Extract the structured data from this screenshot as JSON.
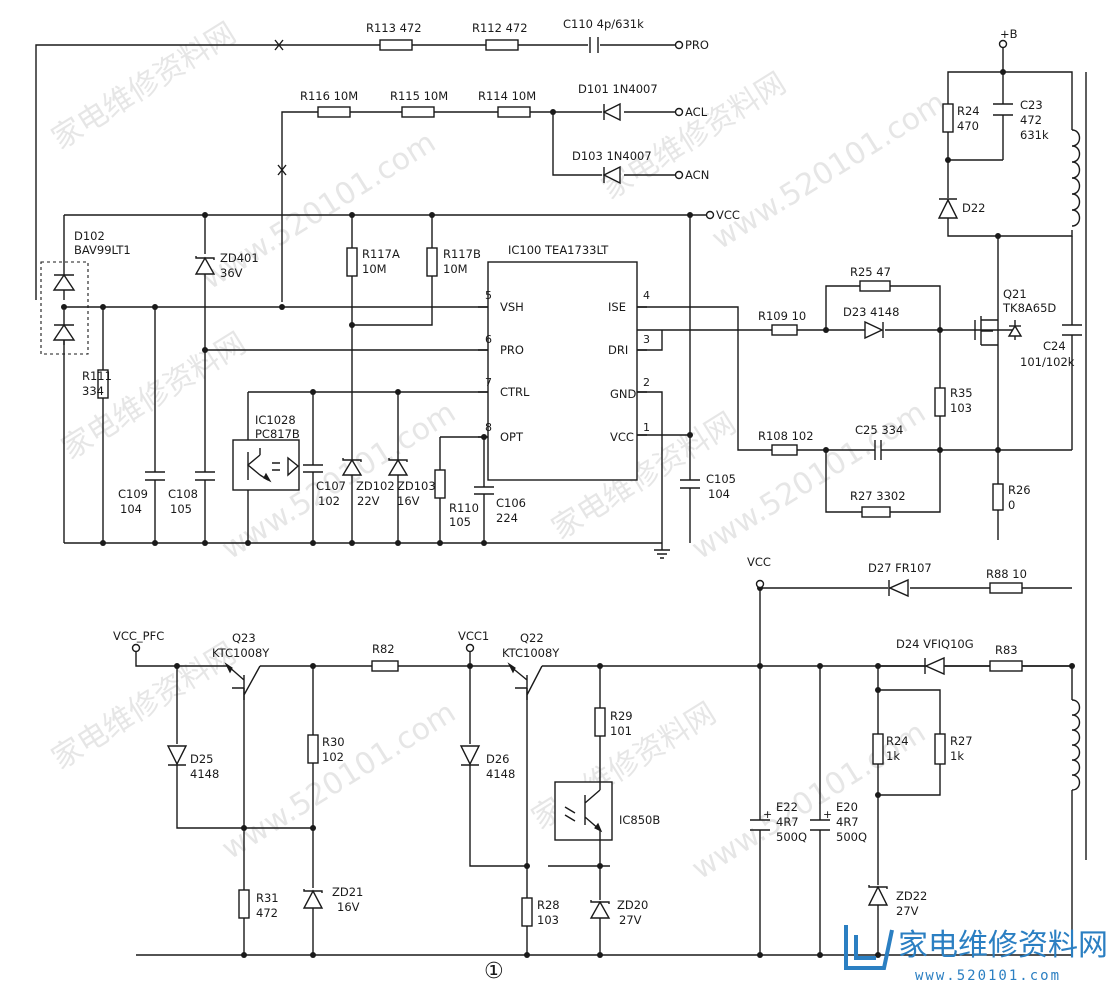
{
  "nets": {
    "pro": "PRO",
    "acl": "ACL",
    "acn": "ACN",
    "vcc_top": "VCC",
    "b_plus": "+B",
    "vcc_pfc": "VCC_PFC",
    "vcc1": "VCC1",
    "vcc_bottom": "VCC"
  },
  "ic": {
    "title": "IC100 TEA1733LT",
    "pins": [
      {
        "num": "5",
        "name": "VSH"
      },
      {
        "num": "6",
        "name": "PRO"
      },
      {
        "num": "7",
        "name": "CTRL"
      },
      {
        "num": "8",
        "name": "OPT"
      },
      {
        "num": "4",
        "name": "ISE"
      },
      {
        "num": "3",
        "name": "DRI"
      },
      {
        "num": "2",
        "name": "GND"
      },
      {
        "num": "1",
        "name": "VCC"
      }
    ]
  },
  "components": {
    "r113": "R113 472",
    "r112": "R112 472",
    "c110": "C110 4p/631k",
    "r116": "R116 10M",
    "r115": "R115 10M",
    "r114": "R114 10M",
    "d101": "D101 1N4007",
    "d103": "D103 1N4007",
    "d102_ref": "D102",
    "d102_val": "BAV99LT1",
    "zd401_ref": "ZD401",
    "zd401_val": "36V",
    "r117a_ref": "R117A",
    "r117a_val": "10M",
    "r117b_ref": "R117B",
    "r117b_val": "10M",
    "r111_ref": "R111",
    "r111_val": "334",
    "ic1028_ref": "IC1028",
    "ic1028_val": "PC817B",
    "c109_ref": "C109",
    "c109_val": "104",
    "c108_ref": "C108",
    "c108_val": "105",
    "c107_ref": "C107",
    "c107_val": "102",
    "zd102_ref": "ZD102",
    "zd102_val": "22V",
    "zd103_ref": "ZD103",
    "zd103_val": "16V",
    "r110_ref": "R110",
    "r110_val": "105",
    "c106_ref": "C106",
    "c106_val": "224",
    "c105_ref": "C105",
    "c105_val": "104",
    "r25": "R25 47",
    "d23": "D23 4148",
    "r109": "R109 10",
    "q21_ref": "Q21",
    "q21_val": "TK8A65D",
    "r35_ref": "R35",
    "r35_val": "103",
    "r108": "R108 102",
    "c25": "C25 334",
    "r27_3302": "R27 3302",
    "r26_ref": "R26",
    "r26_val": "0",
    "r24_ref": "R24",
    "r24_val": "470",
    "c23_ref": "C23",
    "c23_val1": "472",
    "c23_val2": "631k",
    "d22": "D22",
    "c24_ref": "C24",
    "c24_val": "101/102k",
    "q23_ref": "Q23",
    "q23_val": "KTC1008Y",
    "r82": "R82",
    "q22_ref": "Q22",
    "q22_val": "KTC1008Y",
    "d27": "D27 FR107",
    "r88": "R88 10",
    "d24": "D24 VFIQ10G",
    "r83": "R83",
    "d25_ref": "D25",
    "d25_val": "4148",
    "r30_ref": "R30",
    "r30_val": "102",
    "d26_ref": "D26",
    "d26_val": "4148",
    "r29_ref": "R29",
    "r29_val": "101",
    "ic850_ref": "IC850B",
    "e22_ref": "E22",
    "e22_val1": "4R7",
    "e22_val2": "500Q",
    "e20_ref": "E20",
    "e20_val1": "4R7",
    "e20_val2": "500Q",
    "r24b_ref": "R24",
    "r24b_val": "1k",
    "r27b_ref": "R27",
    "r27b_val": "1k",
    "r31_ref": "R31",
    "r31_val": "472",
    "zd21_ref": "ZD21",
    "zd21_val": "16V",
    "r28_ref": "R28",
    "r28_val": "103",
    "zd20_ref": "ZD20",
    "zd20_val": "27V",
    "zd22_ref": "ZD22",
    "zd22_val": "27V"
  },
  "marker": "①",
  "watermark": {
    "text": "家电维修资料网",
    "url": "www.520101.com"
  },
  "logo": {
    "title": "家电维修资料网",
    "sub": "www.520101.com"
  }
}
